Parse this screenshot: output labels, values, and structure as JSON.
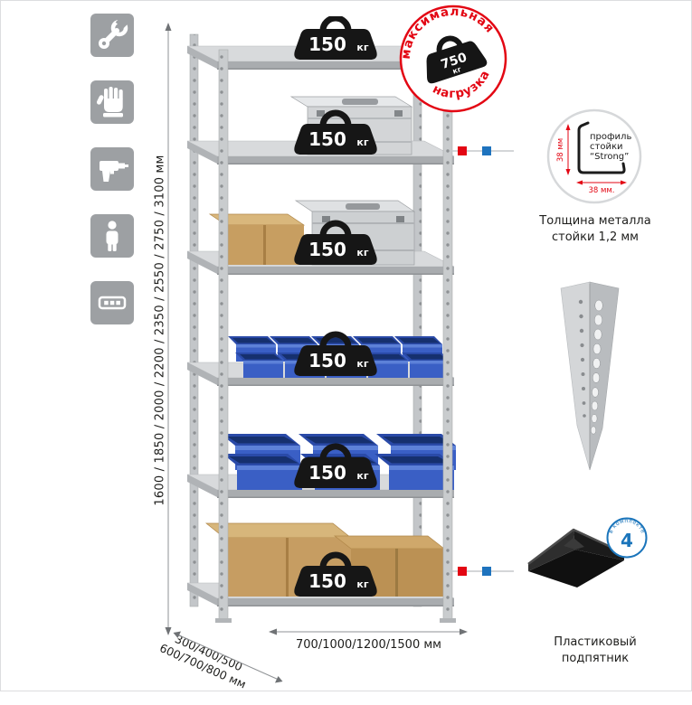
{
  "colors": {
    "accent_red": "#e30613",
    "marker_blue": "#1e73be",
    "badge_blue": "#1b75bb",
    "bin_blue": "#3a5fc5",
    "tile_gray": "#9da0a3"
  },
  "left_icons": [
    {
      "icon": "wrench"
    },
    {
      "icon": "work-gloves"
    },
    {
      "icon": "drill"
    },
    {
      "icon": "person-height"
    },
    {
      "icon": "level"
    }
  ],
  "dims": {
    "height": "1600 / 1850 / 2000 / 2200 / 2350 / 2550 / 2750 / 3100 мм",
    "depth_line1": "300/400/500",
    "depth_line2": "600/700/800 мм",
    "width": "700/1000/1200/1500 мм"
  },
  "rack": {
    "badges": [
      {
        "value": "150",
        "unit": "кг"
      },
      {
        "value": "150",
        "unit": "кг"
      },
      {
        "value": "150",
        "unit": "кг"
      },
      {
        "value": "150",
        "unit": "кг"
      },
      {
        "value": "150",
        "unit": "кг"
      },
      {
        "value": "150",
        "unit": "кг"
      }
    ]
  },
  "stamp": {
    "top": "максимальная",
    "bottom": "нагрузка",
    "value": "750",
    "unit": "кг"
  },
  "profile": {
    "dim_v": "38 мм",
    "dim_h": "38 мм.",
    "label": [
      "профиль",
      "стойки",
      "“Strong”"
    ],
    "caption": [
      "Толщина металла",
      "стойки 1,2 мм"
    ]
  },
  "foot": {
    "count": "4",
    "badge_label": "в комплекте",
    "caption": [
      "Пластиковый",
      "подпятник"
    ]
  }
}
